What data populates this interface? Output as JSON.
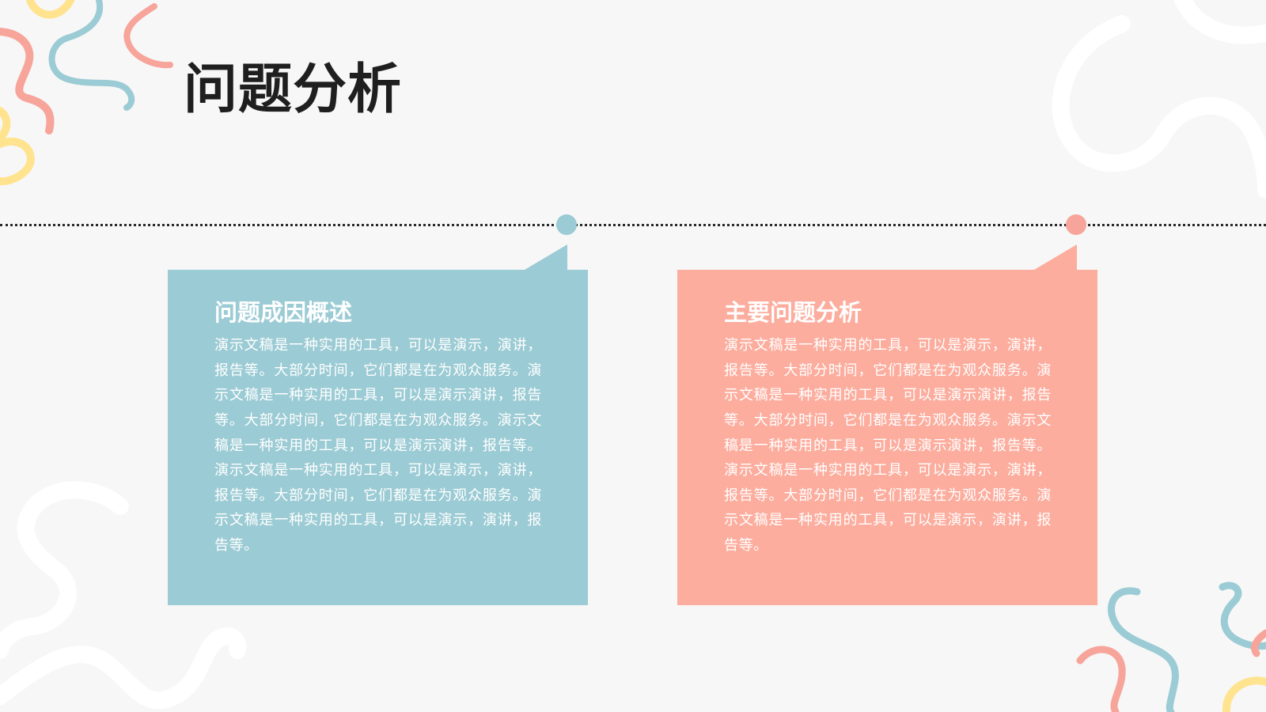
{
  "slide": {
    "title": "问题分析",
    "colors": {
      "background": "#f7f7f7",
      "teal": "#9bcbd4",
      "salmon": "#fcad9e",
      "coral": "#f7a49a",
      "yellow": "#ffe38f",
      "white": "#ffffff",
      "title_text": "#1f1f1f",
      "timeline": "#2a2a2a"
    },
    "cards": [
      {
        "title": "问题成因概述",
        "body": "演示文稿是一种实用的工具，可以是演示，演讲，报告等。大部分时间，它们都是在为观众服务。演示文稿是一种实用的工具，可以是演示演讲，报告等。大部分时间，它们都是在为观众服务。演示文稿是一种实用的工具，可以是演示演讲，报告等。演示文稿是一种实用的工具，可以是演示，演讲，报告等。大部分时间，它们都是在为观众服务。演示文稿是一种实用的工具，可以是演示，演讲，报告等。",
        "color": "#9bcbd4"
      },
      {
        "title": "主要问题分析",
        "body": "演示文稿是一种实用的工具，可以是演示，演讲，报告等。大部分时间，它们都是在为观众服务。演示文稿是一种实用的工具，可以是演示演讲，报告等。大部分时间，它们都是在为观众服务。演示文稿是一种实用的工具，可以是演示演讲，报告等。演示文稿是一种实用的工具，可以是演示，演讲，报告等。大部分时间，它们都是在为观众服务。演示文稿是一种实用的工具，可以是演示，演讲，报告等。",
        "color": "#fcad9e"
      }
    ]
  }
}
